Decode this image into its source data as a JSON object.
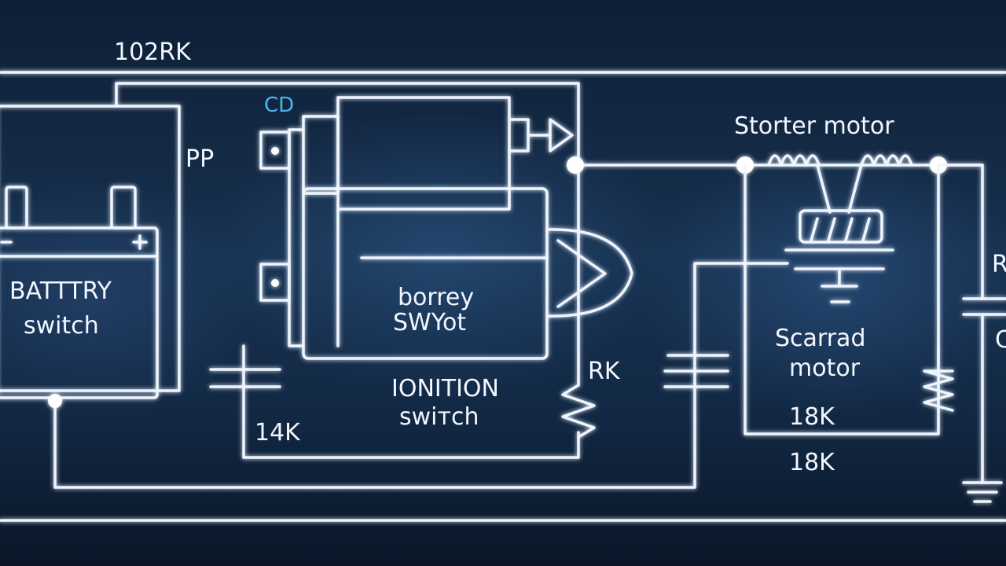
{
  "labels": {
    "top_left": "102RK",
    "cd": "CD",
    "pp": "PP",
    "battery_line1": "BATTTRY",
    "battery_line2": "switch",
    "borrey_line1": "borrey",
    "borrey_line2": "SWYot",
    "ignition_line1": "IONITION",
    "ignition_line2": "swiтch",
    "rk": "RK",
    "starter_motor": "Storter motor",
    "scarrad_line1": "Scarrad",
    "scarrad_line2": "motor",
    "r14k": "14K",
    "r18k_a": "18K",
    "r18k_b": "18K",
    "edge_r": "R",
    "edge_c": "C"
  },
  "colors": {
    "wire": "#eef5ff",
    "accent": "#4fb6f2",
    "background": "#132a46"
  }
}
